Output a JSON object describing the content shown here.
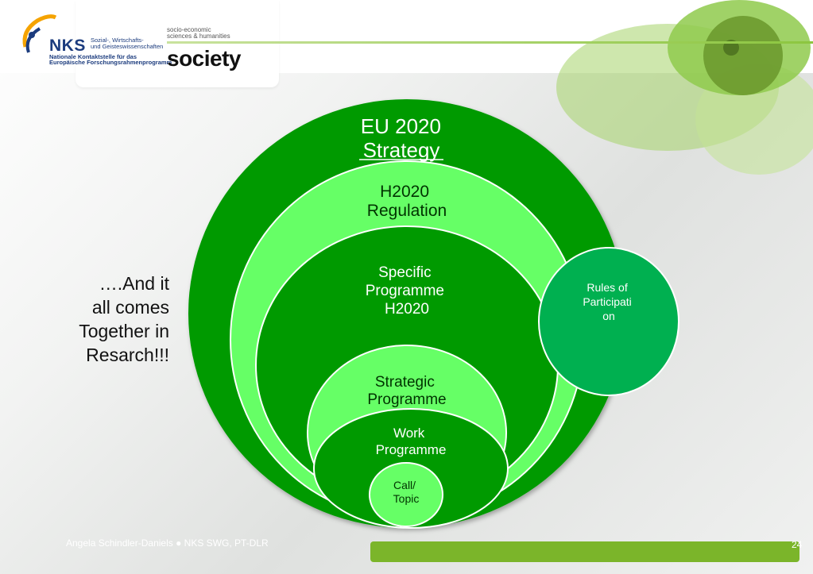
{
  "header": {
    "logo": {
      "abbr": "NKS",
      "line1": "Sozial-, Wirtschafts-",
      "line2": "und Geisteswissenschaften",
      "line3": "Nationale Kontaktstelle für das",
      "line4": "Europäische Forschungsrahmenprogramm"
    },
    "ssh_line1": "socio-economic",
    "ssh_line2": "sciences & humanities",
    "society": "society"
  },
  "side_text": [
    "….And it",
    "all comes",
    "Together in",
    "Resarch!!!"
  ],
  "circles": {
    "eu2020": [
      "EU 2020",
      "Strategy"
    ],
    "h2020_regulation": [
      "H2020",
      "Regulation"
    ],
    "specific_programme": [
      "Specific",
      "Programme",
      "H2020"
    ],
    "strategic_programme": [
      "Strategic",
      "Programme"
    ],
    "work_programme": [
      "Work",
      "Programme"
    ],
    "call_topic": [
      "Call/",
      "Topic"
    ],
    "rules_of_participation": [
      "Rules of",
      "Participati",
      "on"
    ]
  },
  "footer": {
    "author": "Angela Schindler-Daniels  ●  NKS SWG, PT-DLR",
    "page": "24"
  },
  "colors": {
    "dark_green": "#009a00",
    "light_green": "#66ff66",
    "rules_green": "#00b050",
    "footer_green": "#7bb52a"
  }
}
